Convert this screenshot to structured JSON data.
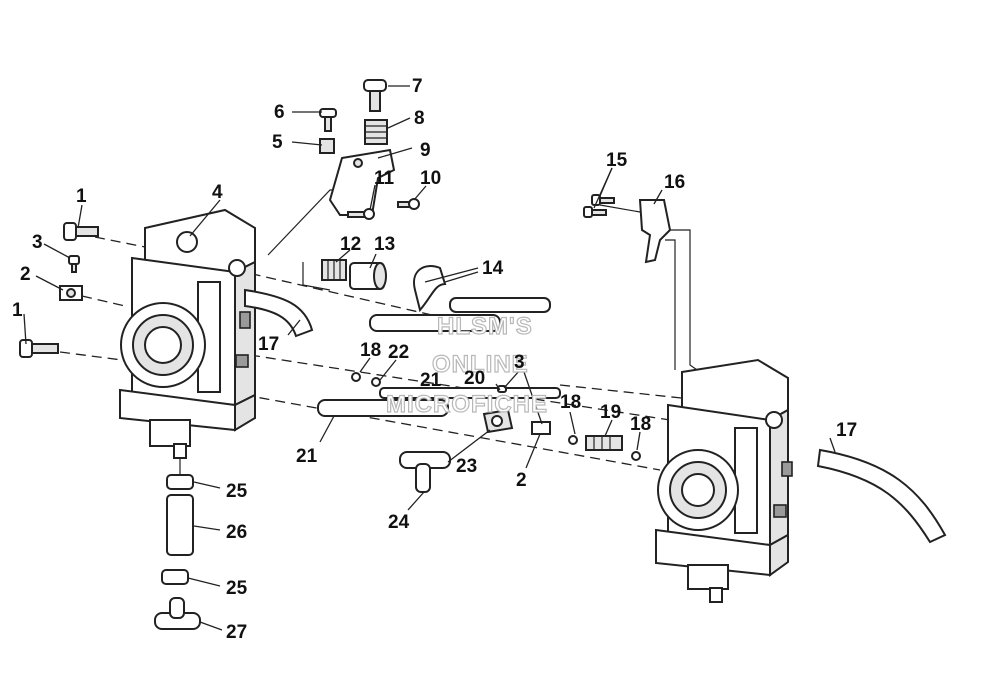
{
  "watermark": {
    "line1": "HLSM'S",
    "line2": "ONLINE",
    "line3": "MICROFICHE"
  },
  "callouts": {
    "c1a": "1",
    "c1b": "1",
    "c2a": "2",
    "c2b": "2",
    "c3a": "3",
    "c3b": "3",
    "c4": "4",
    "c5": "5",
    "c6": "6",
    "c7": "7",
    "c8": "8",
    "c9": "9",
    "c10": "10",
    "c11": "11",
    "c12": "12",
    "c13": "13",
    "c14": "14",
    "c15": "15",
    "c16": "16",
    "c17a": "17",
    "c17b": "17",
    "c18a": "18",
    "c18b": "18",
    "c18c": "18",
    "c19": "19",
    "c20": "20",
    "c21a": "21",
    "c21b": "21",
    "c22": "22",
    "c23": "23",
    "c24": "24",
    "c25a": "25",
    "c25b": "25",
    "c26": "26",
    "c27": "27"
  }
}
